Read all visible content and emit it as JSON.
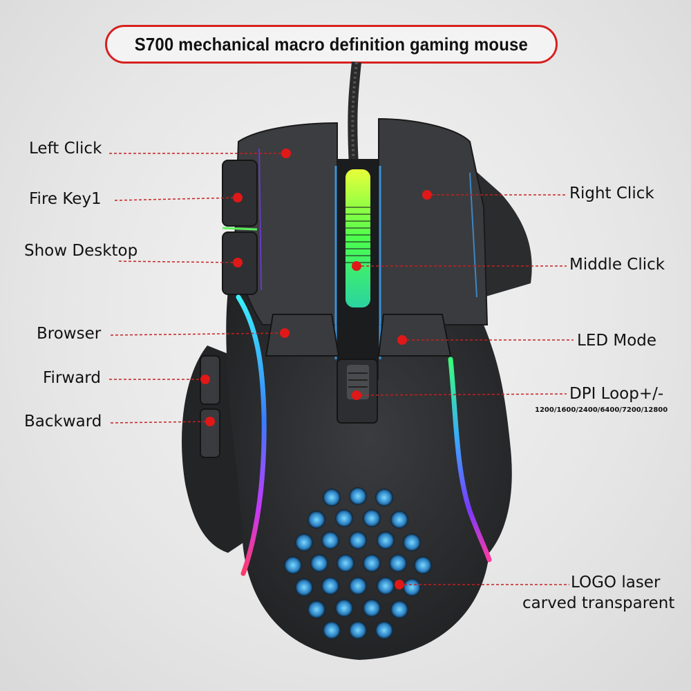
{
  "title": "S700 mechanical macro definition gaming mouse",
  "colors": {
    "accent": "#d72020",
    "mouse_body": "#2a2b2d",
    "led_green": "#5cf25a",
    "led_blue": "#3aa8ff",
    "led_pink": "#ff3aa0"
  },
  "callouts": {
    "left_click": "Left Click",
    "fire_key1": "Fire Key1",
    "show_desktop": "Show Desktop",
    "browser": "Browser",
    "forward": "Firward",
    "backward": "Backward",
    "right_click": "Right Click",
    "middle_click": "Middle Click",
    "led_mode": "LED Mode",
    "dpi_loop": "DPI Loop+/-",
    "dpi_values": "1200/1600/2400/6400/7200/12800",
    "logo_line1": "LOGO laser",
    "logo_line2": "carved transparent"
  }
}
